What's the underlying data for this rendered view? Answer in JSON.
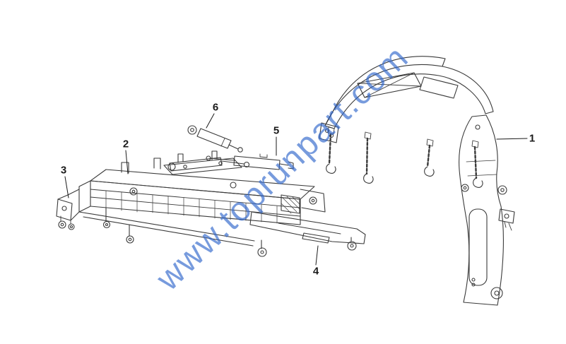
{
  "diagram": {
    "callouts": [
      {
        "label": "1"
      },
      {
        "label": "2"
      },
      {
        "label": "3"
      },
      {
        "label": "4"
      },
      {
        "label": "5"
      },
      {
        "label": "6"
      }
    ]
  },
  "watermark": {
    "text": "www.toprunpart.com",
    "color": "#2f66cc"
  },
  "colors": {
    "line": "#3a3a3a",
    "label": "#1a1a1a",
    "background": "#ffffff"
  }
}
